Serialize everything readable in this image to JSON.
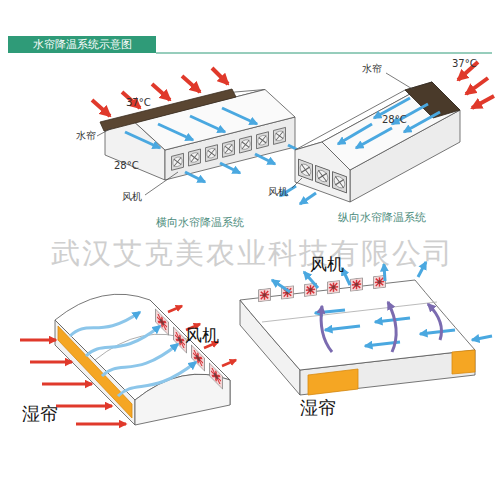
{
  "diagram": {
    "title": "水帘降温系统示意图",
    "labels": [
      "37°C",
      "水帘",
      "28°C",
      "风机",
      "横向水帘降温系统",
      "水帘",
      "37°C",
      "28°C",
      "风机",
      "纵向水帘降温系统",
      "武汉艾克美农业科技有限公司",
      "风机",
      "风机",
      "湿帘",
      "湿帘"
    ]
  }
}
